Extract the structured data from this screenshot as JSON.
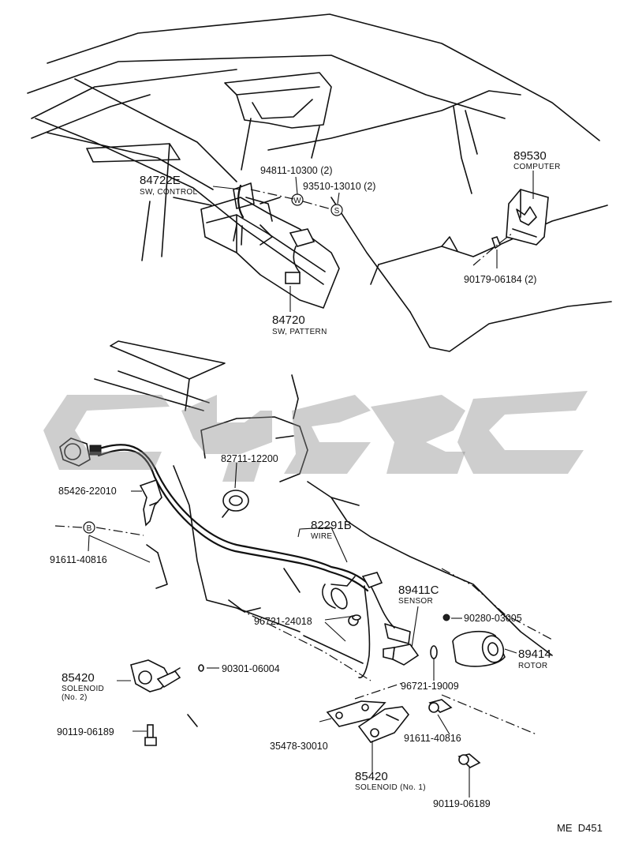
{
  "parts": {
    "sw_control": {
      "number": "84722E",
      "name": "SW, CONTROL"
    },
    "screw_94811": {
      "number": "94811-10300 (2)"
    },
    "nut_93510": {
      "number": "93510-13010 (2)"
    },
    "computer": {
      "number": "89530",
      "name": "COMPUTER"
    },
    "bolt_90179": {
      "number": "90179-06184 (2)"
    },
    "sw_pattern": {
      "number": "84720",
      "name": "SW, PATTERN"
    },
    "grommet_82711": {
      "number": "82711-12200"
    },
    "clamp_85426": {
      "number": "85426-22010"
    },
    "bolt_91611_left": {
      "number": "91611-40816"
    },
    "wire": {
      "number": "82291B",
      "name": "WIRE"
    },
    "sensor": {
      "number": "89411C",
      "name": "SENSOR"
    },
    "oring_96721_24018": {
      "number": "96721-24018"
    },
    "screw_90280": {
      "number": "90280-03005"
    },
    "rotor": {
      "number": "89414",
      "name": "ROTOR"
    },
    "solenoid_2": {
      "number": "85420",
      "name_line1": "SOLENOID",
      "name_line2": "(No. 2)"
    },
    "oring_90301": {
      "number": "90301-06004"
    },
    "oring_96721_19009": {
      "number": "96721-19009"
    },
    "bolt_90119_left": {
      "number": "90119-06189"
    },
    "bolt_91611_right": {
      "number": "91611-40816"
    },
    "gasket_35478": {
      "number": "35478-30010"
    },
    "solenoid_1": {
      "number": "85420",
      "name": "SOLENOID (No. 1)"
    },
    "bolt_90119_right": {
      "number": "90119-06189"
    }
  },
  "markers": {
    "w": "W",
    "s": "S",
    "b": "B"
  },
  "watermark": {
    "color": "#8a8a8a"
  },
  "footer": {
    "code": "ME  D451"
  }
}
